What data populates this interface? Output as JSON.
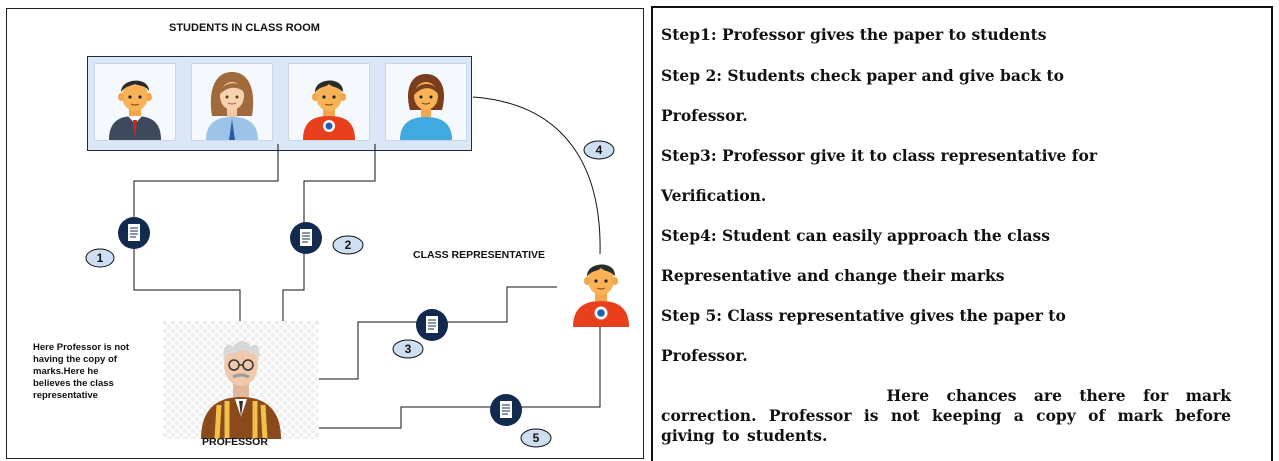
{
  "diagram": {
    "classroom_title": "STUDENTS IN CLASS ROOM",
    "class_rep_label": "CLASS REPRESENTATIVE",
    "professor_label": "PROFESSOR",
    "professor_note": [
      "Here Professor is not",
      "having the copy of",
      "marks.Here he",
      "believes the class",
      "representative"
    ],
    "step_numbers": [
      "1",
      "2",
      "3",
      "4",
      "5"
    ],
    "colors": {
      "classroom_bg": "#dbe7f7",
      "doc_icon": "#132a4f",
      "number_bubble": "#cfdff3",
      "rep_shirt": "#e8401c"
    },
    "icons": [
      "student-male-icon",
      "student-female-icon",
      "document-icon",
      "professor-icon",
      "class-representative-icon"
    ]
  },
  "steps": [
    "Step1: Professor gives the paper to students",
    "Step 2: Students check paper and give back to",
    "Professor.",
    "Step3: Professor give it to class representative for",
    "Verification.",
    "Step4: Student can easily approach the class",
    "Representative and change their marks",
    "Step 5: Class representative gives the paper to",
    "Professor."
  ],
  "conclusion": {
    "line1": "Here chances are there for mark",
    "rest": "correction. Professor is not keeping a copy of mark before giving to students."
  }
}
